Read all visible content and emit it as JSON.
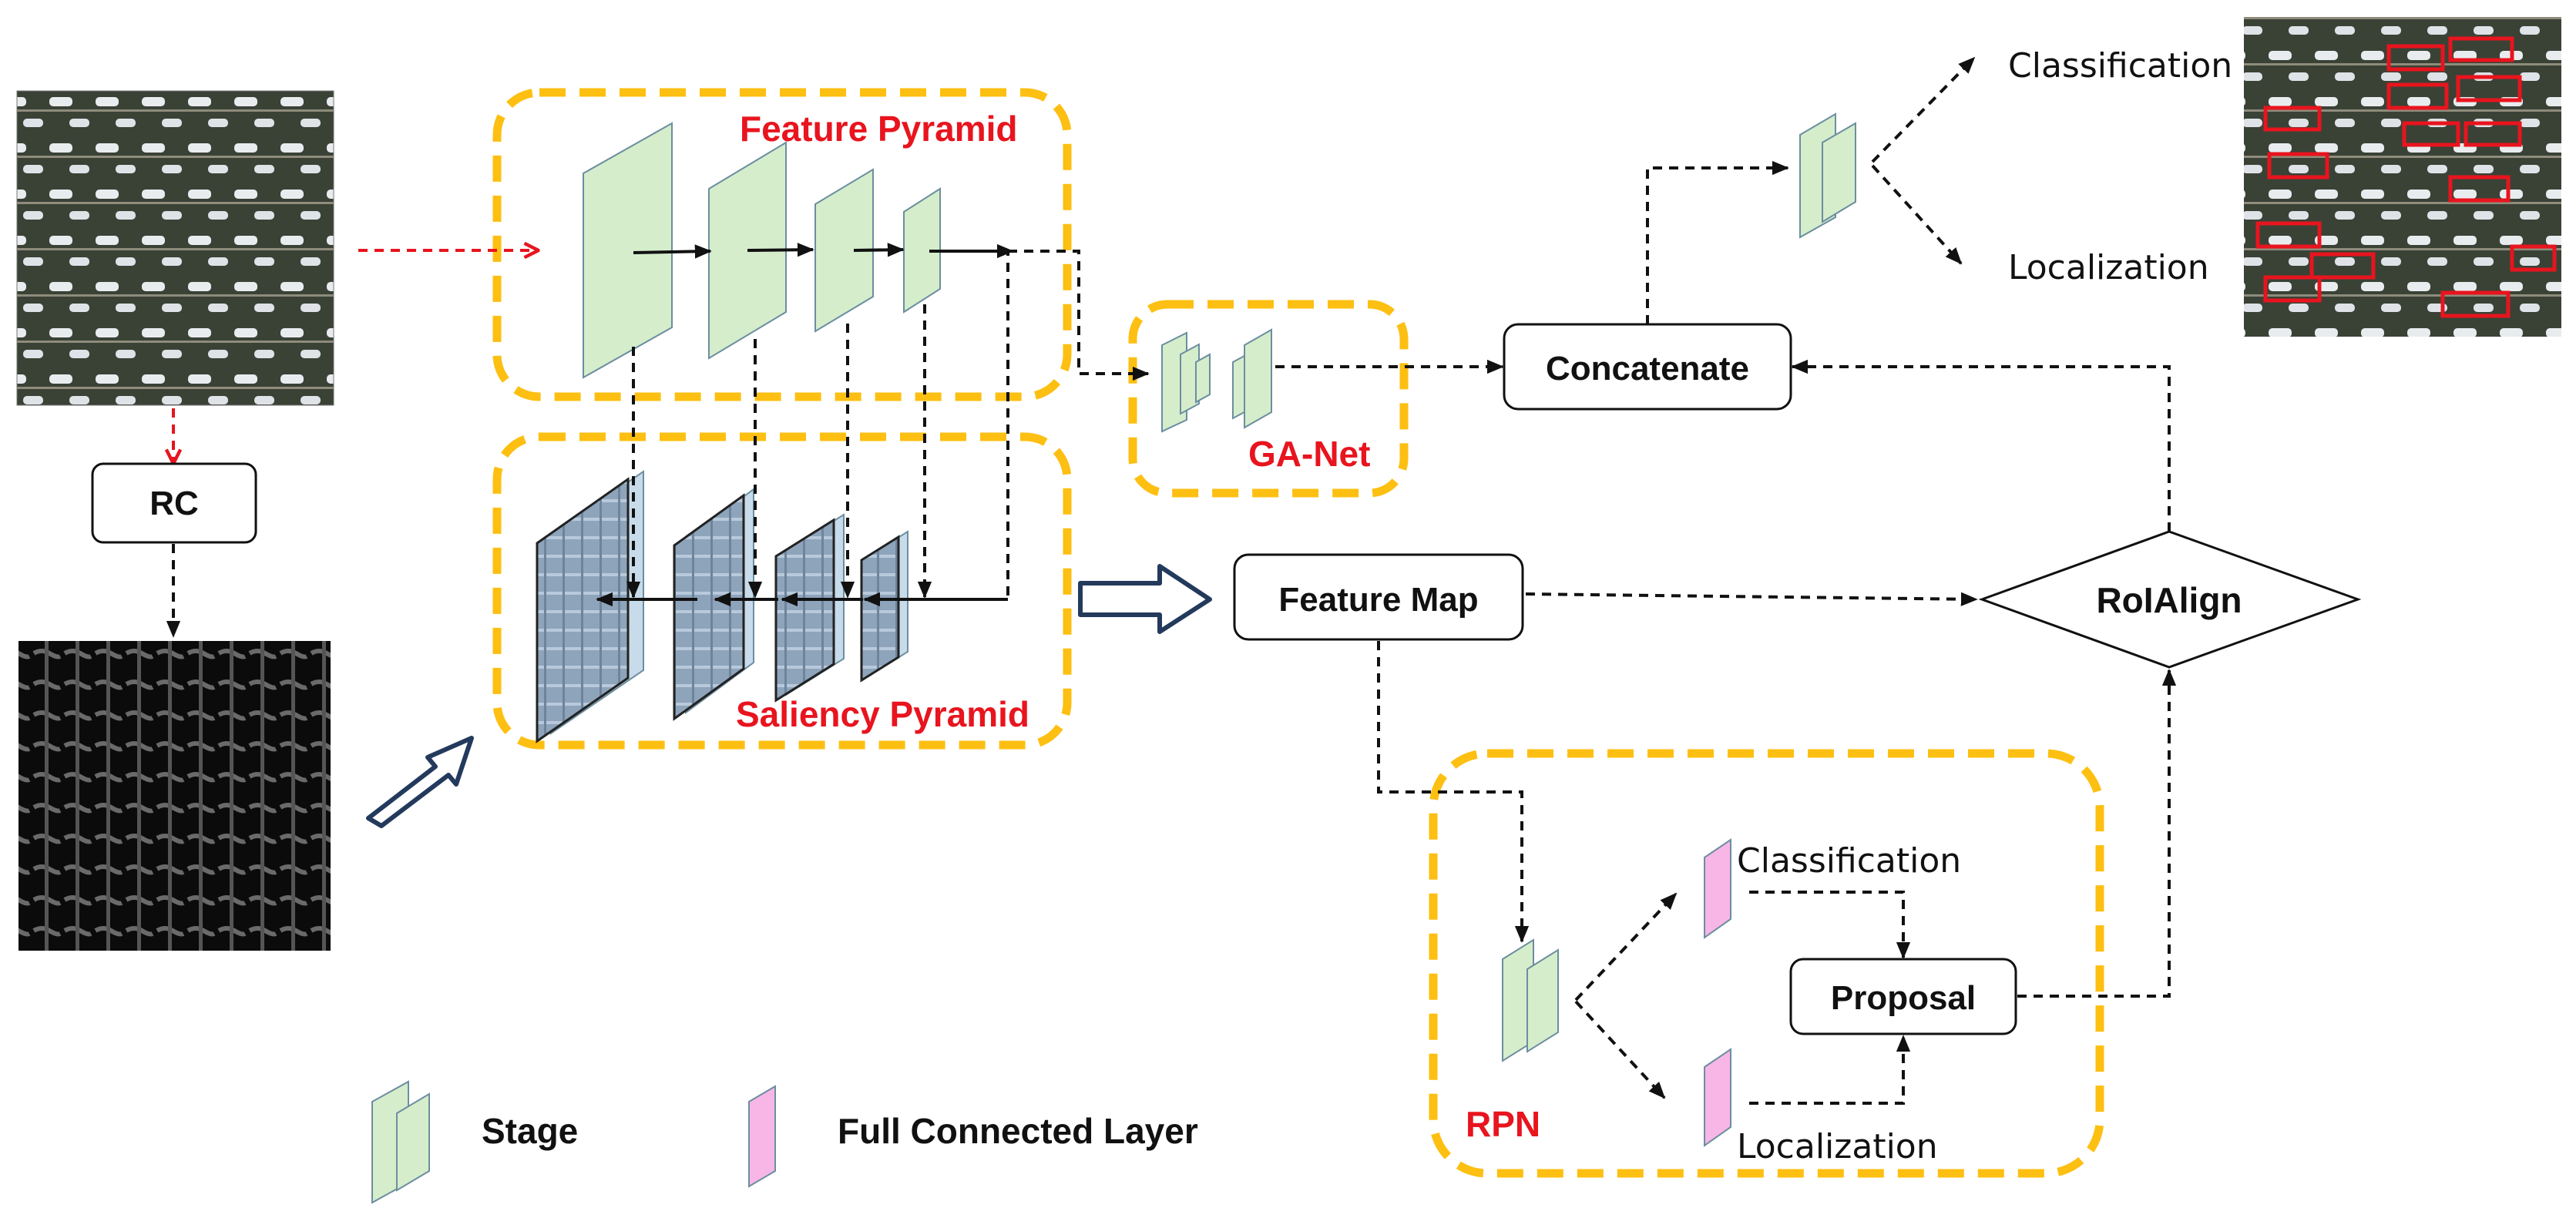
{
  "feature_pyramid": {
    "label": "Feature Pyramid"
  },
  "saliency_pyramid": {
    "label": "Saliency Pyramid"
  },
  "ga_net": {
    "label": "GA-Net"
  },
  "rpn": {
    "label": "RPN"
  },
  "nodes": {
    "rc": "RC",
    "concatenate": "Concatenate",
    "feature_map": "Feature Map",
    "roialign": "RoIAlign",
    "proposal": "Proposal"
  },
  "outputs": {
    "classification": "Classification",
    "localization": "Localization"
  },
  "rpn_outputs": {
    "classification": "Classification",
    "localization": "Localization"
  },
  "legend": {
    "stage": "Stage",
    "fc": "Full Connected Layer"
  },
  "colors": {
    "accent_box": "#FDBF11",
    "label_red": "#E8141E",
    "stage_fill": "#D5EDCB",
    "stage_stroke": "#6C8EA0",
    "fc_fill": "#F7B6E6",
    "saliency_fill": "#9FB2C6",
    "arrow_red": "#E8141E",
    "outline_arrow": "#233A5C"
  }
}
